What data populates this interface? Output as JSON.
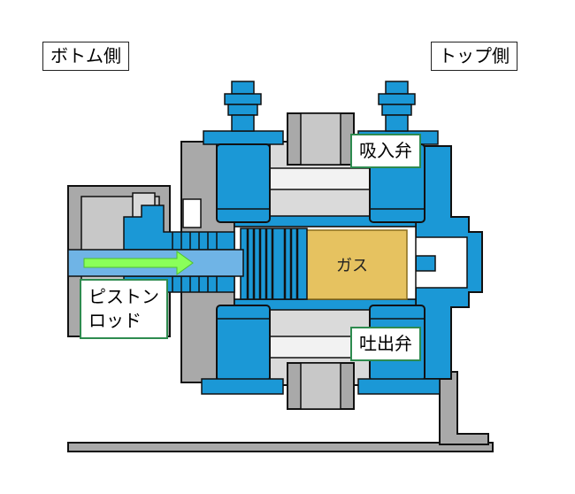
{
  "labels": {
    "bottom_side": "ボトム側",
    "top_side": "トップ側",
    "suction_valve": "吸入弁",
    "discharge_valve": "吐出弁",
    "gas": "ガス",
    "piston_rod_line1": "ピストン",
    "piston_rod_line2": "ロッド"
  },
  "colors": {
    "valve_blue": "#1b98d6",
    "outline": "#111111",
    "casing_gray": "#a9a9a9",
    "light_gray": "#dadada",
    "gas_gold": "#e6c260",
    "rod_blue": "#6fb4e6",
    "arrow_green": "#8aff5a",
    "label_border_green": "#2e8b4f"
  }
}
